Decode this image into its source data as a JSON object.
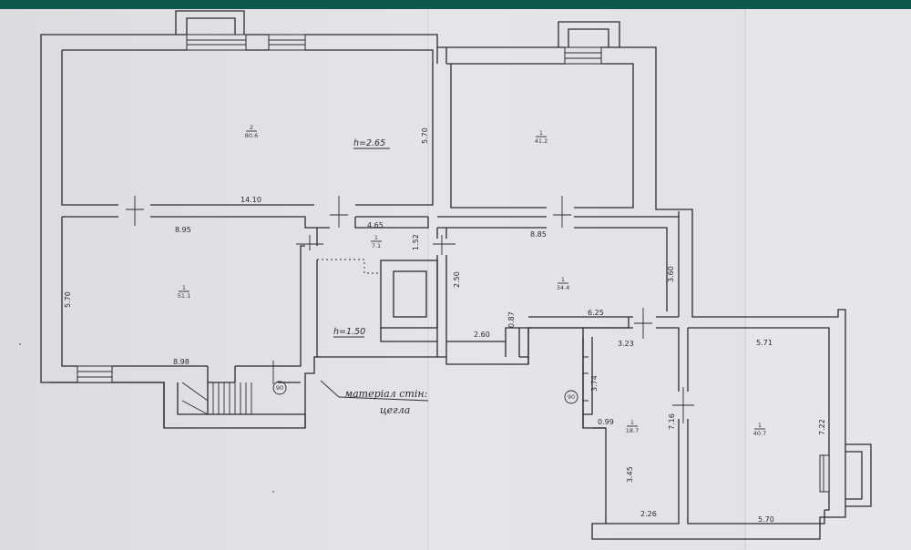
{
  "plan": {
    "heights": {
      "main": "h=2.65",
      "low": "h=1.50"
    },
    "dimensions": {
      "d_570_top": "5.70",
      "d_1410": "14.10",
      "d_895": "8.95",
      "d_465": "4.65",
      "d_152": "1.52",
      "d_885": "8.85",
      "d_570_left": "5.70",
      "d_250": "2.50",
      "d_360": "3.60",
      "d_625": "6.25",
      "d_260": "2.60",
      "d_087": "0.87",
      "d_898": "8.98",
      "d_323": "3.23",
      "d_571": "5.71",
      "d_374": "3.74",
      "d_099": "0.99",
      "d_716": "7.16",
      "d_722": "7.22",
      "d_345": "3.45",
      "d_226": "2.26",
      "d_570_bottom": "5.70"
    },
    "room_labels": {
      "r1": "2",
      "r1b": "80.6",
      "r2": "1",
      "r2b": "41.2",
      "r3": "1",
      "r3b": "51.1",
      "r4": "1",
      "r4b": "7.1",
      "r5": "1",
      "r5b": "34.4",
      "r6": "1",
      "r6b": "18.7",
      "r7": "1",
      "r7b": "40.7"
    },
    "markers": {
      "m1": "90",
      "m2": "90"
    },
    "legend": {
      "line1": "матеріал стін:",
      "line2": "цегла"
    }
  }
}
